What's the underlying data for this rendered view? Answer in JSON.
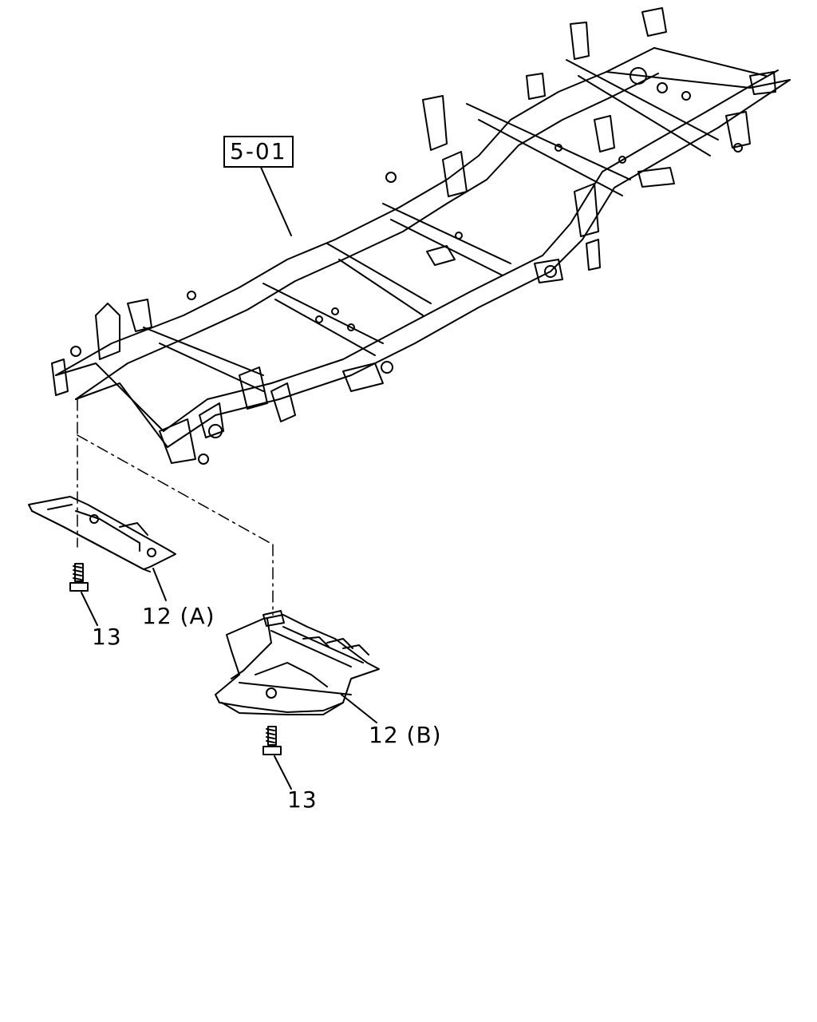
{
  "callouts": {
    "frame_ref": "5-01",
    "plate_a": "12 (A)",
    "plate_b": "12 (B)",
    "bolt_a": "13",
    "bolt_b": "13"
  },
  "colors": {
    "line": "#000000",
    "background": "#ffffff"
  }
}
